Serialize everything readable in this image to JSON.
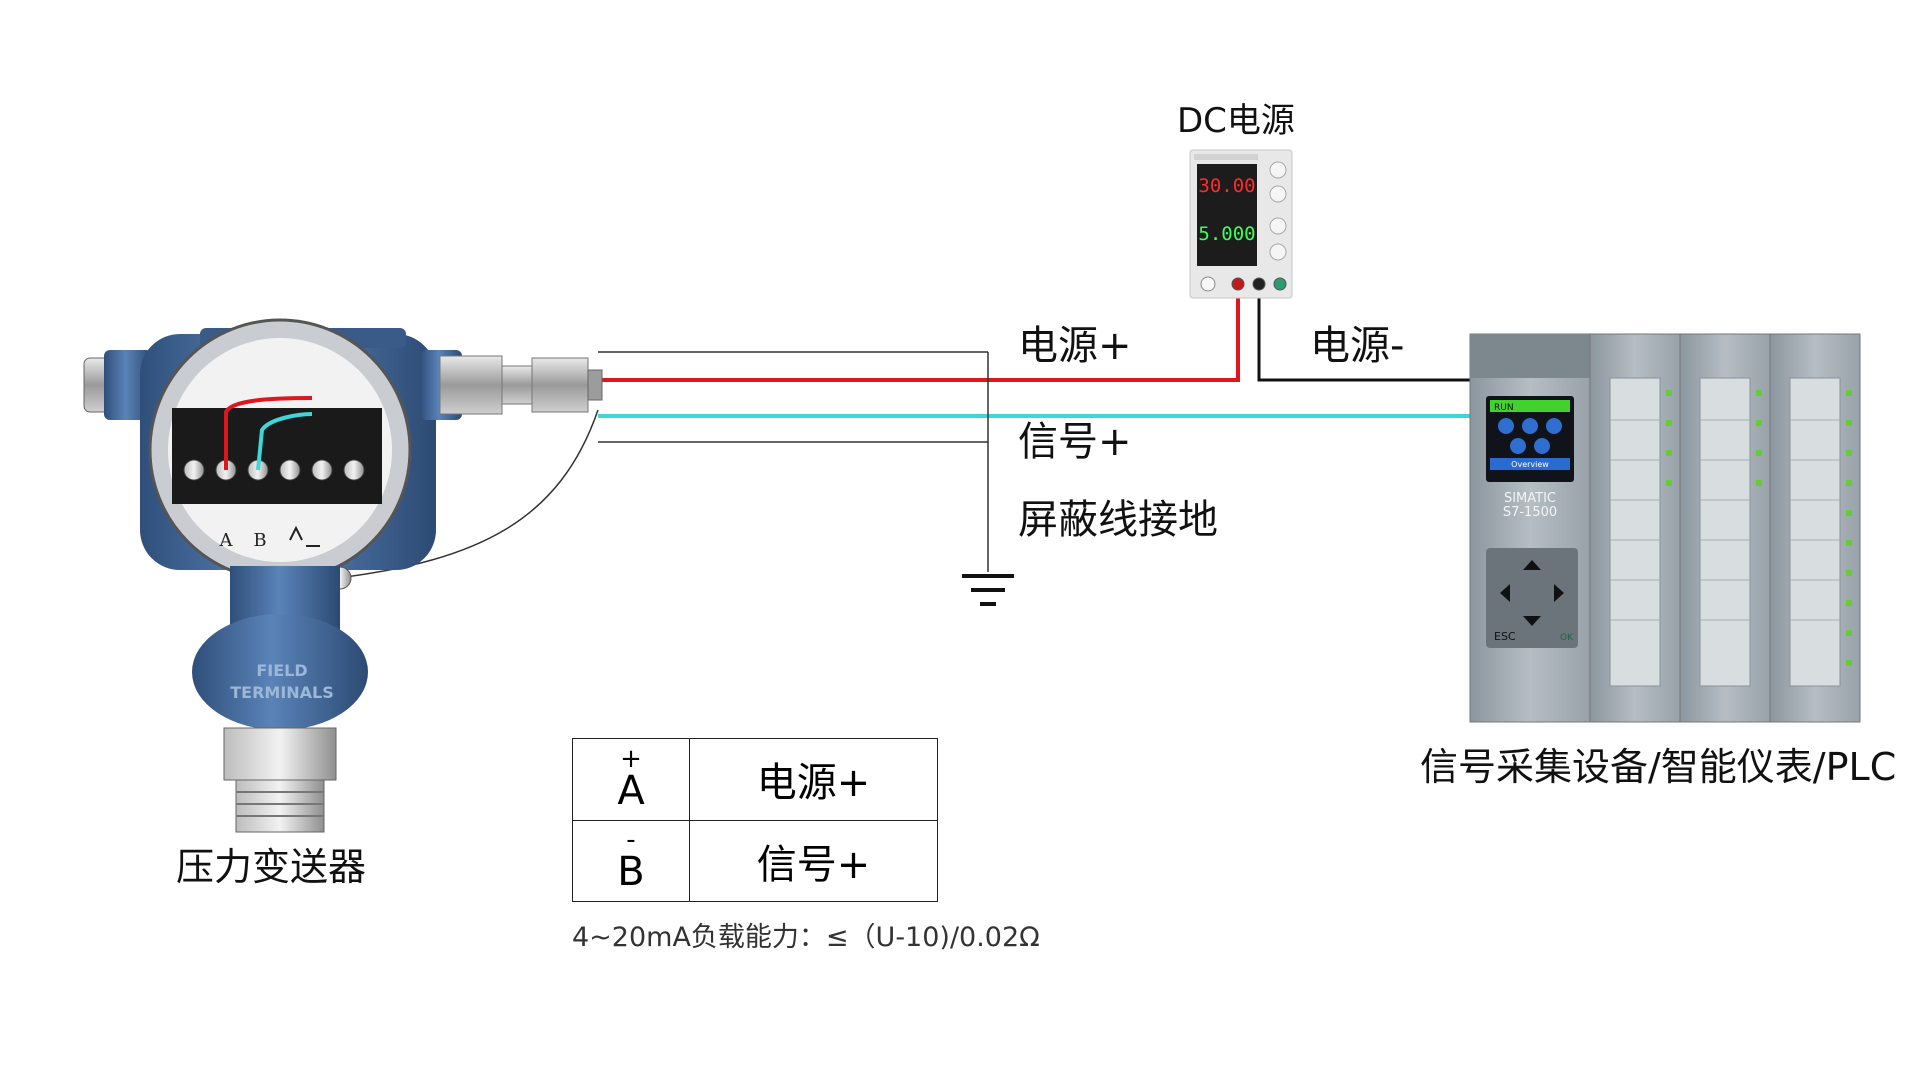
{
  "labels": {
    "dc_supply": "DC电源",
    "wire_power_plus": "电源+",
    "wire_power_minus": "电源-",
    "wire_signal_plus": "信号+",
    "shield_ground": "屏蔽线接地",
    "transmitter": "压力变送器",
    "receiver": "信号采集设备/智能仪表/PLC"
  },
  "psu_display": {
    "voltage": "30.00",
    "current": "5.000"
  },
  "plc_text": {
    "brand": "SIMATIC",
    "model": "S7-1500",
    "run": "RUN",
    "overview": "Overview",
    "esc": "ESC",
    "ok": "OK"
  },
  "transmitter_text": {
    "cap_line1": "FIELD",
    "cap_line2": "TERMINALS",
    "term_a": "A",
    "term_b": "B"
  },
  "legend": {
    "rows": [
      {
        "terminal": "A",
        "symbol": "+",
        "function": "电源+"
      },
      {
        "terminal": "B",
        "symbol": "-",
        "function": "信号+"
      }
    ]
  },
  "load_note": "4~20mA负载能力：≤（U-10)/0.02Ω",
  "colors": {
    "power_plus": "#e0161e",
    "power_minus": "#111111",
    "signal": "#3ed6d6",
    "shield": "#333333",
    "housing": "#4a6f9e"
  }
}
